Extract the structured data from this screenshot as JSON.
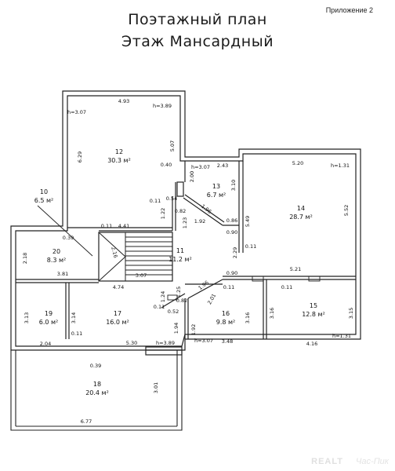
{
  "header": {
    "appendix": "Приложение 2",
    "title_line1": "Поэтажный план",
    "title_line2": "Этаж Мансардный"
  },
  "rooms": [
    {
      "id": "room-12",
      "number": "12",
      "area": "30.3 м²"
    },
    {
      "id": "room-13",
      "number": "13",
      "area": "6.7 м²"
    },
    {
      "id": "room-10",
      "number": "10",
      "area": "6.5 м²"
    },
    {
      "id": "room-14",
      "number": "14",
      "area": "28.7 м²"
    },
    {
      "id": "room-20",
      "number": "20",
      "area": "8.3 м²"
    },
    {
      "id": "room-11",
      "number": "11",
      "area": "11.2 м²"
    },
    {
      "id": "room-19",
      "number": "19",
      "area": "6.0 м²"
    },
    {
      "id": "room-17",
      "number": "17",
      "area": "16.0 м²"
    },
    {
      "id": "room-16",
      "number": "16",
      "area": "9.8 м²"
    },
    {
      "id": "room-15",
      "number": "15",
      "area": "12.8 м²"
    },
    {
      "id": "room-18",
      "number": "18",
      "area": "20.4 м²"
    }
  ],
  "dimensions": [
    {
      "id": "d-h307-top",
      "text": "h=3.07"
    },
    {
      "id": "d-493",
      "text": "4.93"
    },
    {
      "id": "d-h389-top",
      "text": "h=3.89"
    },
    {
      "id": "d-629",
      "text": "6.29"
    },
    {
      "id": "d-507",
      "text": "5.07"
    },
    {
      "id": "d-040",
      "text": "0.40"
    },
    {
      "id": "d-h307-mid",
      "text": "h=3.07"
    },
    {
      "id": "d-243",
      "text": "2.43"
    },
    {
      "id": "d-520",
      "text": "5.20"
    },
    {
      "id": "d-h131-top",
      "text": "h=1.31"
    },
    {
      "id": "d-200",
      "text": "2.00"
    },
    {
      "id": "d-310",
      "text": "3.10"
    },
    {
      "id": "d-011-a",
      "text": "0.11"
    },
    {
      "id": "d-054",
      "text": "0.54"
    },
    {
      "id": "d-122",
      "text": "1.22"
    },
    {
      "id": "d-082-a",
      "text": "0.82"
    },
    {
      "id": "d-196-a",
      "text": "1.96"
    },
    {
      "id": "d-086",
      "text": "0.86"
    },
    {
      "id": "d-549",
      "text": "5.49"
    },
    {
      "id": "d-552",
      "text": "5.52"
    },
    {
      "id": "d-011-b",
      "text": "0.11"
    },
    {
      "id": "d-441",
      "text": "4.41"
    },
    {
      "id": "d-123",
      "text": "1.23"
    },
    {
      "id": "d-192-a",
      "text": "1.92"
    },
    {
      "id": "d-090-a",
      "text": "0.90"
    },
    {
      "id": "d-039-a",
      "text": "0.39"
    },
    {
      "id": "d-218",
      "text": "2.18"
    },
    {
      "id": "d-216",
      "text": "2.16"
    },
    {
      "id": "d-229",
      "text": "2.29"
    },
    {
      "id": "d-011-c",
      "text": "0.11"
    },
    {
      "id": "d-381",
      "text": "3.81"
    },
    {
      "id": "d-474",
      "text": "4.74"
    },
    {
      "id": "d-307-stairs",
      "text": "3.07"
    },
    {
      "id": "d-090-b",
      "text": "0.90"
    },
    {
      "id": "d-521",
      "text": "5.21"
    },
    {
      "id": "d-196-b",
      "text": "1.96"
    },
    {
      "id": "d-201",
      "text": "2.01"
    },
    {
      "id": "d-011-d",
      "text": "0.11"
    },
    {
      "id": "d-124-a",
      "text": "1.24"
    },
    {
      "id": "d-125",
      "text": "1.25"
    },
    {
      "id": "d-313",
      "text": "3.13"
    },
    {
      "id": "d-314",
      "text": "3.14"
    },
    {
      "id": "d-011-e",
      "text": "0.11"
    },
    {
      "id": "d-082-b",
      "text": "0.82"
    },
    {
      "id": "d-052",
      "text": "0.52"
    },
    {
      "id": "d-316-a",
      "text": "3.16"
    },
    {
      "id": "d-316-b",
      "text": "3.16"
    },
    {
      "id": "d-315",
      "text": "3.15"
    },
    {
      "id": "d-011-f",
      "text": "0.11"
    },
    {
      "id": "d-194",
      "text": "1.94"
    },
    {
      "id": "d-192-b",
      "text": "1.92"
    },
    {
      "id": "d-204",
      "text": "2.04"
    },
    {
      "id": "d-011-g",
      "text": "0.11"
    },
    {
      "id": "d-530",
      "text": "5.30"
    },
    {
      "id": "d-h389-bot",
      "text": "h=3.89"
    },
    {
      "id": "d-h307-bot",
      "text": "h=3.07"
    },
    {
      "id": "d-348",
      "text": "3.48"
    },
    {
      "id": "d-416",
      "text": "4.16"
    },
    {
      "id": "d-h131-bot",
      "text": "h=1.31"
    },
    {
      "id": "d-039-b",
      "text": "0.39"
    },
    {
      "id": "d-301",
      "text": "3.01"
    },
    {
      "id": "d-677",
      "text": "6.77"
    }
  ],
  "watermark": {
    "logo": "REALT",
    "text": "Час-Пик"
  }
}
